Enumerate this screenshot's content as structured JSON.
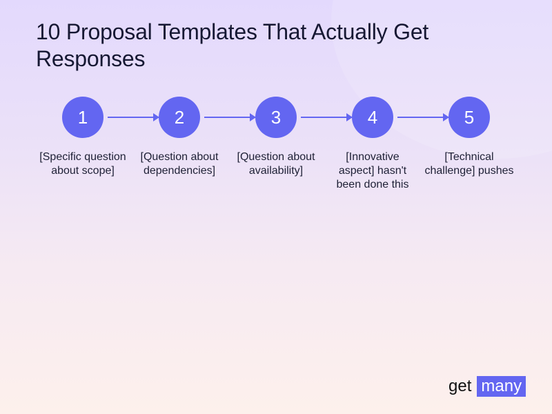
{
  "slide": {
    "title": "10 Proposal Templates That Actually Get Responses"
  },
  "colors": {
    "accent": "#6366F1",
    "title": "#161833",
    "background_top": "#E3D9FD",
    "background_bottom": "#FDF0EC"
  },
  "flow": {
    "steps": [
      {
        "number": "1",
        "caption": "[Specific question about scope]"
      },
      {
        "number": "2",
        "caption": "[Question about dependencies]"
      },
      {
        "number": "3",
        "caption": "[Question about availability]"
      },
      {
        "number": "4",
        "caption": "[Innovative aspect] hasn't been done this"
      },
      {
        "number": "5",
        "caption": "[Technical challenge] pushes"
      }
    ],
    "connector_icon": "arrow-right-icon"
  },
  "logo": {
    "part1": "get",
    "part2": "many"
  }
}
